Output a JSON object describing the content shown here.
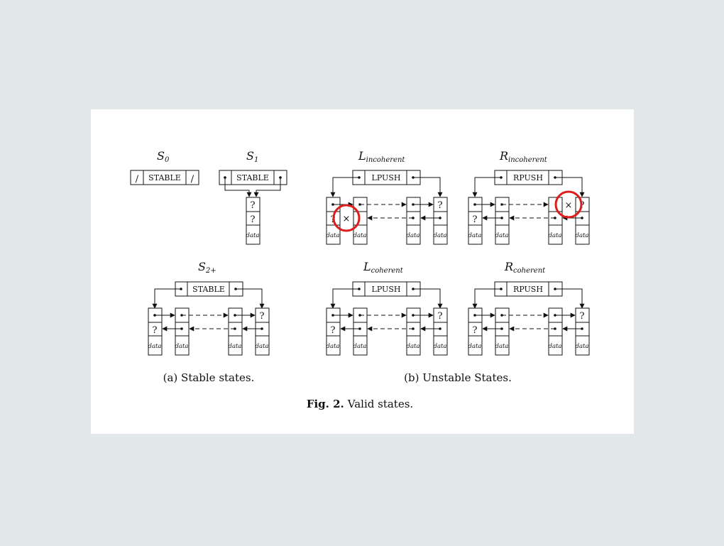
{
  "colors": {
    "background": "#e2e7ea",
    "paper": "#ffffff",
    "ink": "#111111",
    "highlight": "#dd1c1c"
  },
  "labels": {
    "s0_main": "S",
    "s0_sub": "0",
    "s1_main": "S",
    "s1_sub": "1",
    "s2_main": "S",
    "s2_sub": "2+",
    "linc_main": "L",
    "linc_sub": "incoherent",
    "rinc_main": "R",
    "rinc_sub": "incoherent",
    "lcoh_main": "L",
    "lcoh_sub": "coherent",
    "rcoh_main": "R",
    "rcoh_sub": "coherent"
  },
  "status": {
    "stable": "STABLE",
    "lpush": "LPUSH",
    "rpush": "RPUSH"
  },
  "cells": {
    "unknown": "?",
    "data": "data",
    "slash": "/",
    "cross": "×"
  },
  "captions": {
    "a": "(a) Stable states.",
    "b": "(b) Unstable States.",
    "fig_prefix": "Fig. 2.",
    "fig_text": "Valid states."
  },
  "highlights": [
    {
      "panel": "L-incoherent",
      "marks": "cross"
    },
    {
      "panel": "R-incoherent",
      "marks": "cross"
    }
  ]
}
